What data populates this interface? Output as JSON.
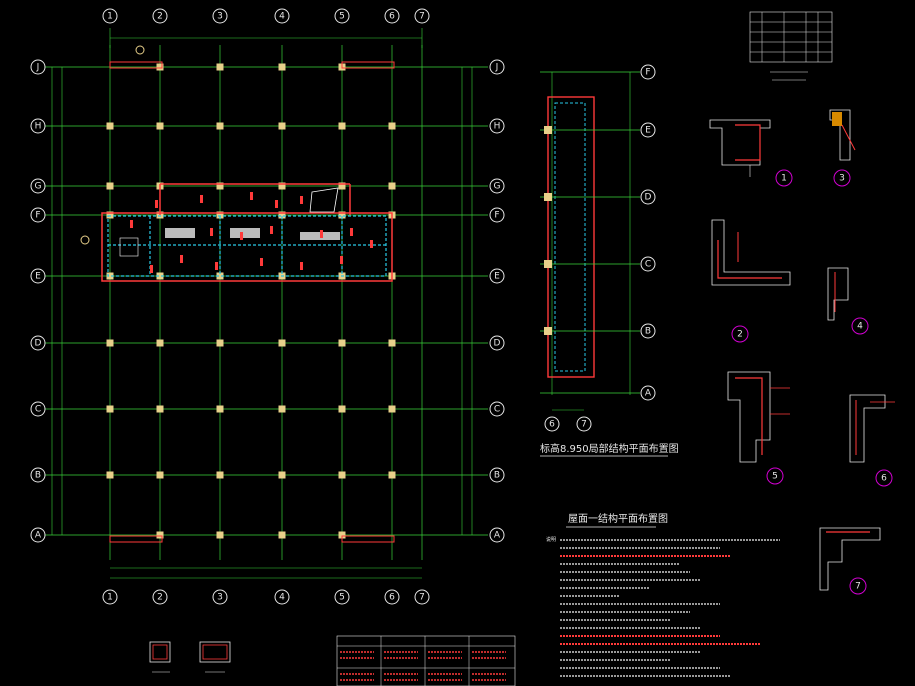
{
  "grid_cols": [
    "1",
    "2",
    "3",
    "4",
    "5",
    "6",
    "7"
  ],
  "grid_rows": [
    "J",
    "H",
    "G",
    "F",
    "E",
    "D",
    "C",
    "B",
    "A"
  ],
  "section_cols": [
    "6",
    "7"
  ],
  "section_rows": [
    "F",
    "E",
    "D",
    "C",
    "B",
    "A"
  ],
  "section_title": "标高8.950局部结构平面布置图",
  "plan_title": "屋面一结构平面布置图",
  "detail_labels": [
    "1",
    "2",
    "3",
    "4",
    "5",
    "6",
    "7"
  ],
  "notes_label": "说明",
  "colors": {
    "grid": "#3ad43a",
    "red": "#ff3a3a",
    "cyan": "#29c9e6",
    "magenta": "#d000d0",
    "column": "#e8d08a",
    "white": "#e6e6e6"
  }
}
